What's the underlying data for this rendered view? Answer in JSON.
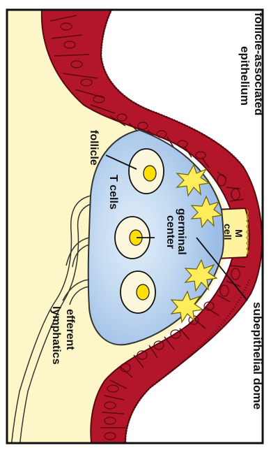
{
  "labels": {
    "epithelium_line1": "follicle-associated",
    "epithelium_line2": "epithelium",
    "subepithelial_dome": "subepithelial dome",
    "m_cell_line1": "M",
    "m_cell_line2": "cell",
    "germinal_line1": "germinal",
    "germinal_line2": "center",
    "t_cells": "T cells",
    "follicle": "follicle",
    "efferent_line1": "efferent",
    "efferent_line2": "lymphatics"
  },
  "colors": {
    "lumen_background": "#fdf6c8",
    "epithelium_fill": "#b3162a",
    "cell_outline": "#5a0710",
    "dome_fill": "#9dbde6",
    "germinal_highlight": "#d8e8f7",
    "m_cell_fill": "#fff3a0",
    "dendritic_cell": "#ffec5a",
    "nucleus": "#ffe000",
    "follicle_cell": "#fbf6dc",
    "frame": "#111111"
  }
}
